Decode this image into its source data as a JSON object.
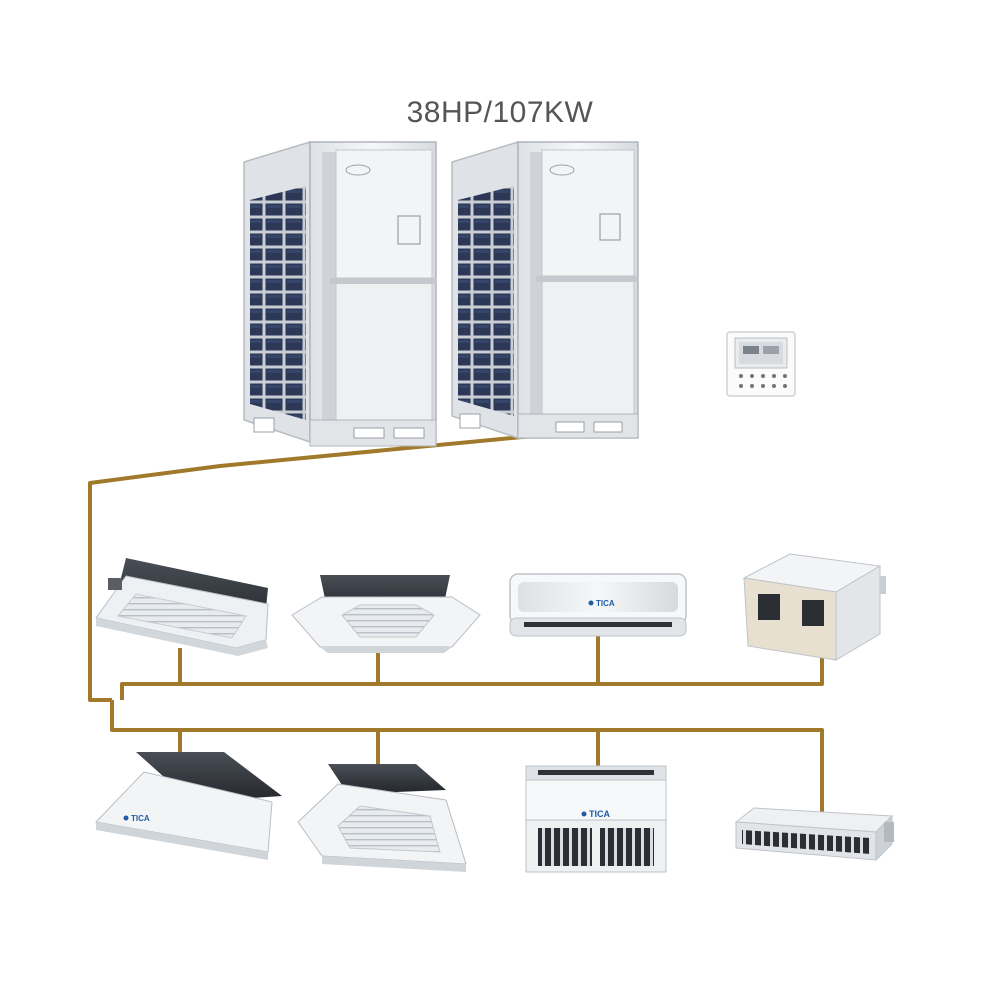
{
  "title": "38HP/107KW",
  "colors": {
    "pipe": "#A07A2A",
    "unit_body": "#EEF0F2",
    "fin_coil": "#2E3A5C",
    "brand": "#1E5BA8",
    "panel_dark": "#3A3E44"
  },
  "brand": {
    "name": "TICA"
  },
  "outdoor_units": [
    {
      "name": "outdoor-unit-1"
    },
    {
      "name": "outdoor-unit-2"
    }
  ],
  "controller": {
    "name": "wired-controller"
  },
  "indoor_units": [
    {
      "name": "cassette-one-way",
      "kind": "cassette-1way"
    },
    {
      "name": "cassette-four-way-round",
      "kind": "cassette-4way"
    },
    {
      "name": "wall-mounted",
      "kind": "wall",
      "label": "TICA"
    },
    {
      "name": "ducted-high-static",
      "kind": "duct-high"
    },
    {
      "name": "cassette-two-way",
      "kind": "cassette-2way",
      "label": "TICA"
    },
    {
      "name": "cassette-four-way",
      "kind": "cassette-4way-b"
    },
    {
      "name": "floor-ceiling",
      "kind": "floor-ceiling",
      "label": "TICA"
    },
    {
      "name": "ducted-slim",
      "kind": "duct-slim"
    }
  ]
}
